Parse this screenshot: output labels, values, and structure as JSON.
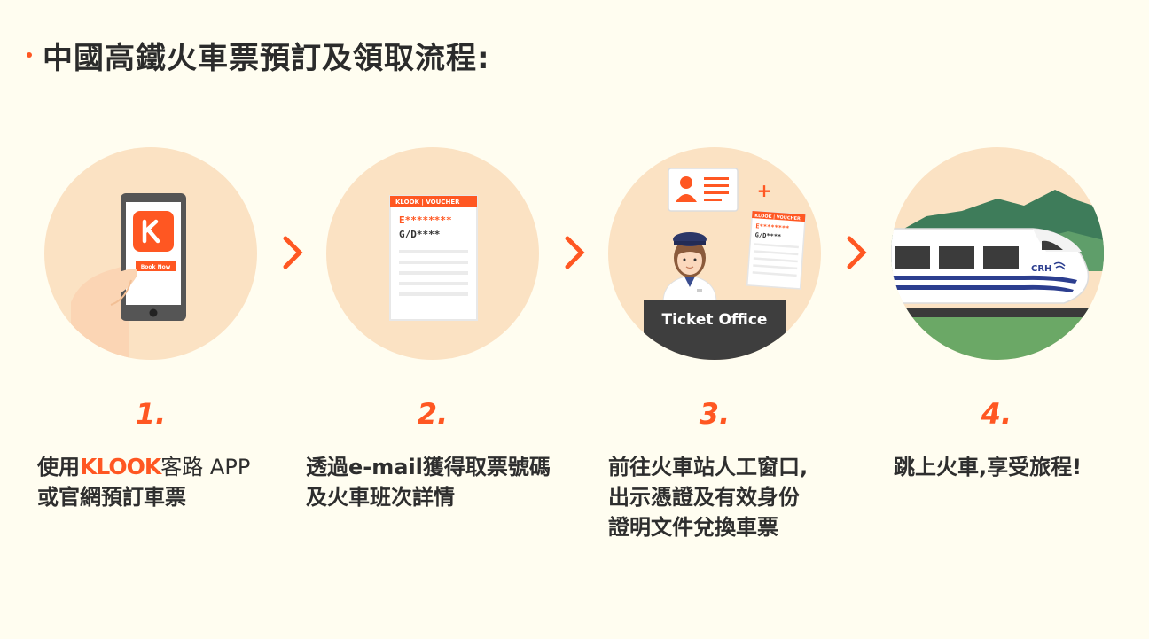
{
  "title": "中國高鐵火車票預訂及領取流程:",
  "colors": {
    "accent": "#ff5722",
    "circle_bg": "#fbe2c3",
    "page_bg": "#fffdf0"
  },
  "steps": [
    {
      "number": "1.",
      "illustration": "phone-app-icon",
      "app_button": "Book Now",
      "desc_line1_prefix": "使用",
      "desc_brand": "KLOOK",
      "desc_brand_cn": "客路",
      "desc_line1_suffix": " APP",
      "desc_line2": "或官網預訂車票"
    },
    {
      "number": "2.",
      "illustration": "voucher-icon",
      "voucher_header": "KLOOK | VOUCHER",
      "voucher_code": "E********",
      "voucher_id": "G/D****",
      "desc_line1": "透過e-mail獲得取票號碼",
      "desc_line2": "及火車班次詳情"
    },
    {
      "number": "3.",
      "illustration": "ticket-office-icon",
      "counter_label": "Ticket Office",
      "voucher_header": "KLOOK | VOUCHER",
      "voucher_code": "E********",
      "voucher_id": "G/D****",
      "plus": "+",
      "desc_line1": "前往火車站人工窗口,",
      "desc_line2": "出示憑證及有效身份",
      "desc_line3": "證明文件兌換車票"
    },
    {
      "number": "4.",
      "illustration": "train-icon",
      "train_mark": "CRH",
      "desc_line1": "跳上火車,享受旅程!"
    }
  ]
}
